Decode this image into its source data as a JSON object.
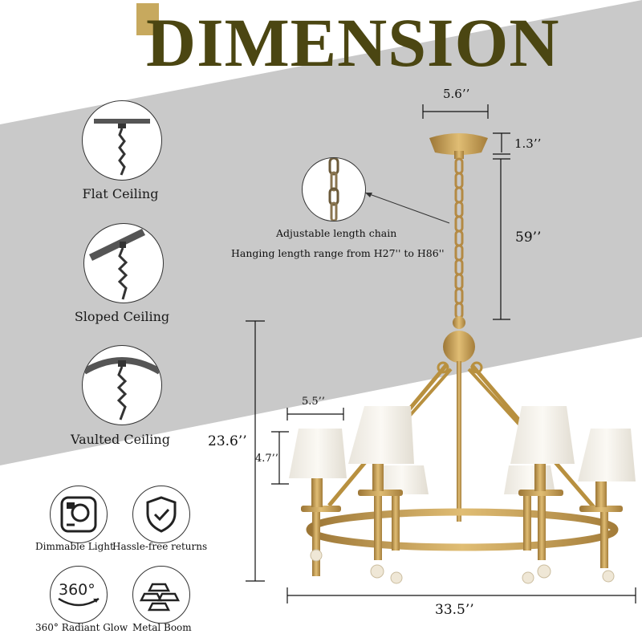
{
  "title": "DIMENSION",
  "mounts": [
    {
      "label": "Flat Ceiling",
      "icon": "flat-ceiling-icon"
    },
    {
      "label": "Sloped Ceiling",
      "icon": "sloped-ceiling-icon"
    },
    {
      "label": "Vaulted Ceiling",
      "icon": "vaulted-ceiling-icon"
    }
  ],
  "chain_note": {
    "line1": "Adjustable length chain",
    "line2": "Hanging length range from H27'' to H86''"
  },
  "dimensions": {
    "canopy_width": "5.6’’",
    "canopy_height": "1.3’’",
    "chain_length": "59’’",
    "body_height": "23.6’’",
    "shade_width": "5.5’’",
    "shade_height": "4.7’’",
    "overall_width": "33.5’’"
  },
  "features": [
    {
      "label": "Dimmable Light",
      "icon": "dimmable-light-icon"
    },
    {
      "label": "Hassle-free returns",
      "icon": "shield-check-icon"
    },
    {
      "label": "360° Radiant Glow",
      "icon": "360-icon",
      "badge": "360°"
    },
    {
      "label": "Metal Boom",
      "icon": "metal-bars-icon"
    }
  ],
  "colors": {
    "title": "#4b4612",
    "accent_block": "#c7a95e",
    "band_gray": "#c9c9c9",
    "brass": "#c49a4a",
    "shade": "#f4f1ea"
  }
}
